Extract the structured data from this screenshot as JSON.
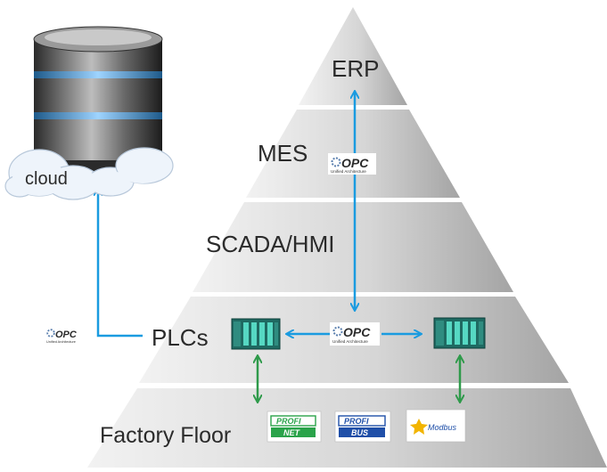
{
  "pyramid": {
    "levels": [
      {
        "label": "ERP"
      },
      {
        "label": "MES"
      },
      {
        "label": "SCADA/HMI"
      },
      {
        "label": "PLCs"
      },
      {
        "label": "Factory Floor"
      }
    ]
  },
  "cloud": {
    "label": "cloud"
  },
  "opc_logos": [
    {
      "text": "OPC",
      "subtitle": "Unified Architecture"
    },
    {
      "text": "OPC",
      "subtitle": "Unified Architecture"
    },
    {
      "text": "OPC",
      "subtitle": "Unified Architecture"
    }
  ],
  "fieldbus_logos": [
    {
      "top": "PROFI",
      "bottom": "NET"
    },
    {
      "top": "PROFI",
      "bottom": "BUS"
    },
    {
      "text": "Modbus"
    }
  ],
  "colors": {
    "opc_link": "#1a9be0",
    "fieldbus_link": "#2e9a4a",
    "pyramid_light": "#e6e6e6",
    "pyramid_dark": "#9a9a9a",
    "profinet_green": "#2aa34a",
    "profibus_blue": "#1f4fa8"
  }
}
